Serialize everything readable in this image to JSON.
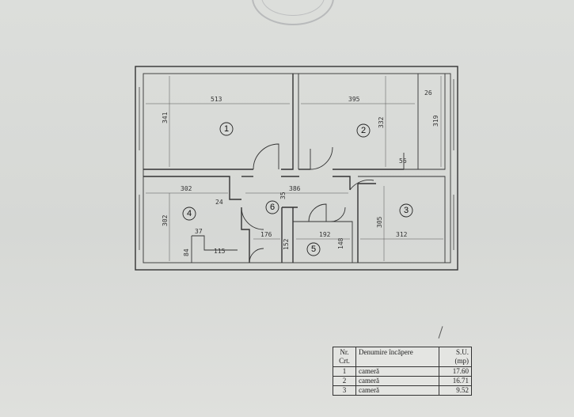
{
  "rooms": [
    {
      "id": "1",
      "dims": [
        "513",
        "341"
      ]
    },
    {
      "id": "2",
      "dims": [
        "395",
        "332",
        "319",
        "26",
        "56"
      ]
    },
    {
      "id": "3",
      "dims": [
        "305",
        "312"
      ]
    },
    {
      "id": "4",
      "dims": [
        "302",
        "302",
        "24",
        "37",
        "84",
        "115"
      ]
    },
    {
      "id": "5",
      "dims": [
        "192",
        "148"
      ]
    },
    {
      "id": "6",
      "dims": [
        "386",
        "35",
        "176",
        "152"
      ]
    }
  ],
  "legend": {
    "headers": [
      "Nr. Crt.",
      "Denumire încăpere",
      "S.U. (mp)"
    ],
    "rows": [
      {
        "nr": "1",
        "name": "cameră",
        "area": "17.60"
      },
      {
        "nr": "2",
        "name": "cameră",
        "area": "16.71"
      },
      {
        "nr": "3",
        "name": "cameră",
        "area": "9.52"
      }
    ]
  }
}
